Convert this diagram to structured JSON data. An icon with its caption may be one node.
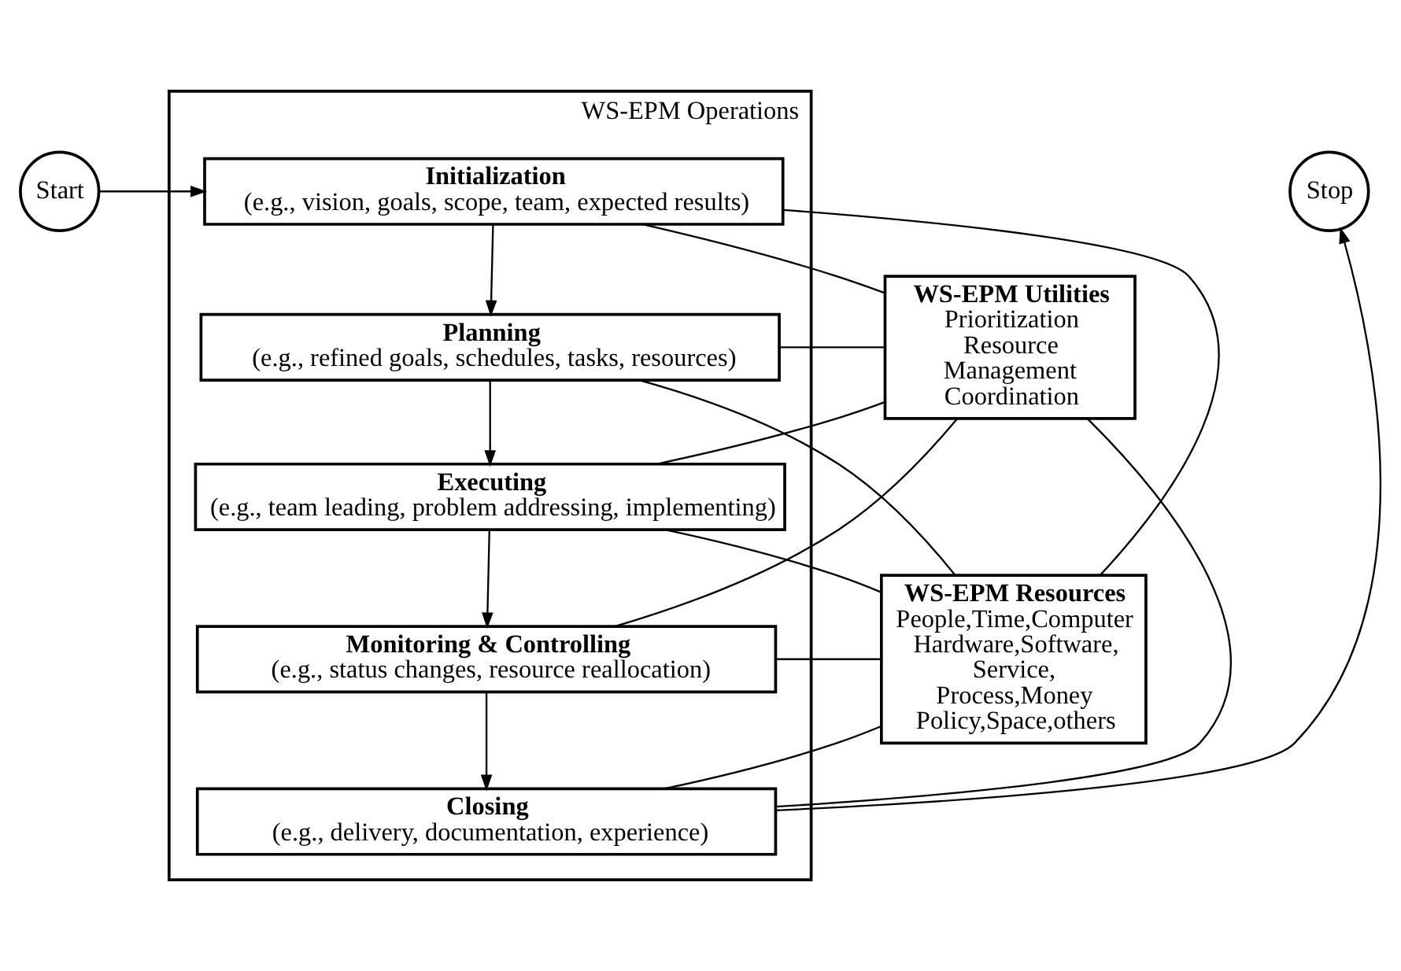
{
  "diagram": {
    "nodes": [
      {
        "text": [
          "Start"
        ]
      },
      {
        "text": [
          "WS-EPM Operations"
        ]
      },
      {
        "text": [
          "Initialization",
          "(e.g., vision, goals, scope, team, expected results)"
        ],
        "in": 1
      },
      {
        "text": [
          "Planning",
          "(e.g., refined goals, schedules, tasks, resources)"
        ],
        "in": 1
      },
      {
        "text": [
          "Executing",
          "(e.g., team leading, problem addressing, implementing)"
        ],
        "in": 1
      },
      {
        "text": [
          "Monitoring & Controlling",
          "(e.g., status changes, resource reallocation)"
        ],
        "in": 1
      },
      {
        "text": [
          "Closing",
          "(e.g., delivery, documentation, experience)"
        ],
        "in": 1
      },
      {
        "text": [
          "Stop"
        ]
      },
      {
        "text": [
          "WS-EPM Utilities",
          "Prioritization Resource Management Coordination"
        ]
      },
      {
        "text": [
          "WS-EPM Resources",
          "People,Time,Computer Hardware,Software, Service, Process,Money Policy,Space,others"
        ]
      }
    ],
    "edges": [
      {
        "from": 0,
        "to": 2,
        "arrow": "to"
      },
      {
        "from": 2,
        "to": 3,
        "arrow": "to"
      },
      {
        "from": 3,
        "to": 4,
        "arrow": "to"
      },
      {
        "from": 4,
        "to": 5,
        "arrow": "to"
      },
      {
        "from": 5,
        "to": 6,
        "arrow": "to"
      },
      {
        "from": 6,
        "to": 7,
        "arrow": "to"
      },
      {
        "from": 2,
        "to": 8,
        "arrow": "none"
      },
      {
        "from": 2,
        "to": 9,
        "arrow": "none"
      },
      {
        "from": 3,
        "to": 8,
        "arrow": "none"
      },
      {
        "from": 3,
        "to": 9,
        "arrow": "none"
      },
      {
        "from": 4,
        "to": 8,
        "arrow": "none"
      },
      {
        "from": 4,
        "to": 9,
        "arrow": "none"
      },
      {
        "from": 5,
        "to": 8,
        "arrow": "none"
      },
      {
        "from": 5,
        "to": 9,
        "arrow": "none"
      },
      {
        "from": 6,
        "to": 8,
        "arrow": "none"
      },
      {
        "from": 6,
        "to": 9,
        "arrow": "none"
      }
    ]
  }
}
